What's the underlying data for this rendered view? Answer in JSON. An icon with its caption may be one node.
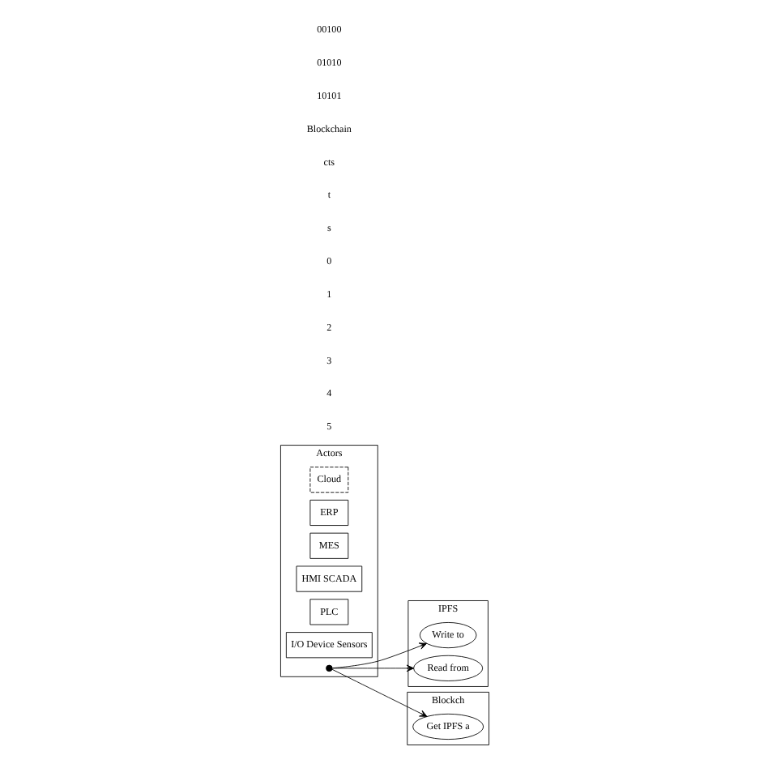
{
  "diagram": {
    "nodes": [
      {
        "text": [
          "Actors"
        ]
      },
      {
        "text": [
          "Cloud"
        ],
        "in": 0
      },
      {
        "text": [
          "ERP"
        ],
        "in": 0
      },
      {
        "text": [
          "MES"
        ],
        "in": 0
      },
      {
        "text": [
          "HMI SCADA"
        ],
        "in": 0
      },
      {
        "text": [
          "PLC"
        ],
        "in": 0
      },
      {
        "text": [
          "I/O Device Sensors"
        ],
        "in": 0
      },
      {
        "text": [],
        "shape": "circle",
        "in": 0
      },
      {
        "text": [
          "IPFS"
        ]
      },
      {
        "text": [
          "Write to"
        ],
        "in": 8
      },
      {
        "text": [
          "Read from"
        ],
        "in": 8
      },
      {
        "text": [
          "Blockch"
        ]
      },
      {
        "text": [
          "Get IPFS a"
        ],
        "in": 11
      }
    ],
    "edges": [
      {
        "from": 7,
        "to": 9,
        "arrow": "to"
      },
      {
        "from": 7,
        "to": 10,
        "arrow": "to"
      },
      {
        "from": 7,
        "to": 12,
        "arrow": "to"
      }
    ],
    "labels": [
      "5",
      "4",
      "3",
      "2",
      "1",
      "0",
      "s",
      "t",
      "cts",
      "Blockchain",
      "10101",
      "01010",
      "00100"
    ]
  }
}
